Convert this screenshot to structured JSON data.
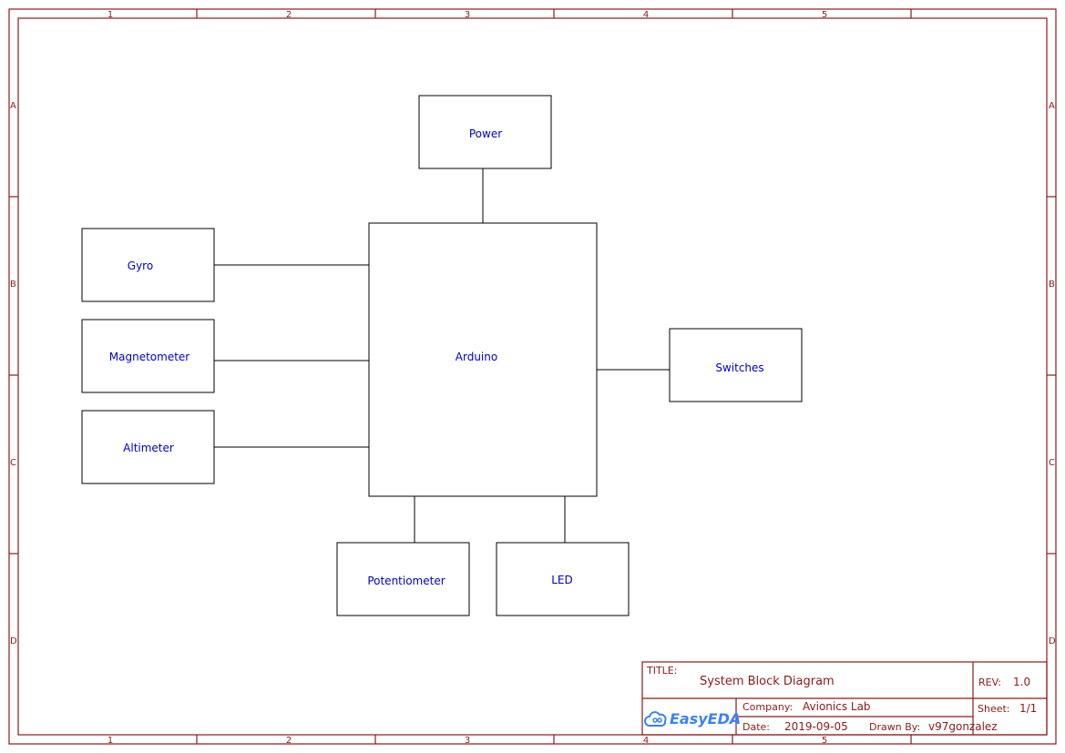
{
  "sheet": {
    "column_labels": [
      "1",
      "2",
      "3",
      "4",
      "5"
    ],
    "row_labels": [
      "A",
      "B",
      "C",
      "D"
    ]
  },
  "blocks": {
    "power": "Power",
    "gyro": "Gyro",
    "magnetometer": "Magnetometer",
    "altimeter": "Altimeter",
    "arduino": "Arduino",
    "switches": "Switches",
    "potentiometer": "Potentiometer",
    "led": "LED"
  },
  "title_block": {
    "title_label": "TITLE:",
    "title": "System Block Diagram",
    "rev_label": "REV:",
    "rev": "1.0",
    "company_label": "Company:",
    "company": "Avionics Lab",
    "sheet_label": "Sheet:",
    "sheet": "1/1",
    "date_label": "Date:",
    "date": "2019-09-05",
    "drawn_by_label": "Drawn By:",
    "drawn_by": "v97gonzalez",
    "logo": "EasyEDA",
    "logo_icon": "cloud-link-icon"
  },
  "colors": {
    "frame": "#8b1a1a",
    "block_label": "#0000cc",
    "logo": "#3b82f6"
  }
}
